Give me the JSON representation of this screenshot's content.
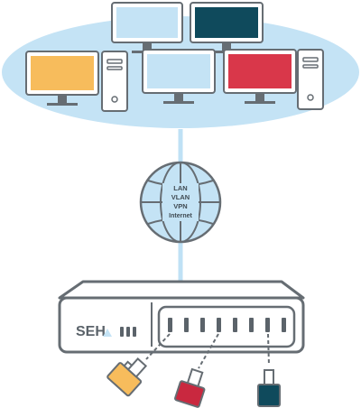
{
  "colors": {
    "ellipse": "#c4e3f5",
    "outline": "#666d73",
    "monitor_light_blue": "#c4e3f5",
    "monitor_dark_teal": "#0f4a5c",
    "monitor_orange": "#f7bc5c",
    "monitor_red": "#d9374a",
    "connector_line": "#bfe1f5",
    "globe_fill": "#c4e3f5",
    "dongle_orange": "#f7bc5c",
    "dongle_red": "#c9283f",
    "dongle_navy": "#0f4a5c"
  },
  "network": {
    "labels": [
      "LAN",
      "VLAN",
      "VPN",
      "Internet"
    ]
  },
  "device": {
    "brand": "SEH",
    "brand_mark_icon": "triangle-logo-icon",
    "usb_port_count": 8,
    "status_led_count": 3
  },
  "icons": {
    "computers": [
      "monitor-icon",
      "pc-tower-icon"
    ],
    "globe": "globe-icon",
    "usb_dongles": [
      "usb-dongle-icon"
    ]
  }
}
